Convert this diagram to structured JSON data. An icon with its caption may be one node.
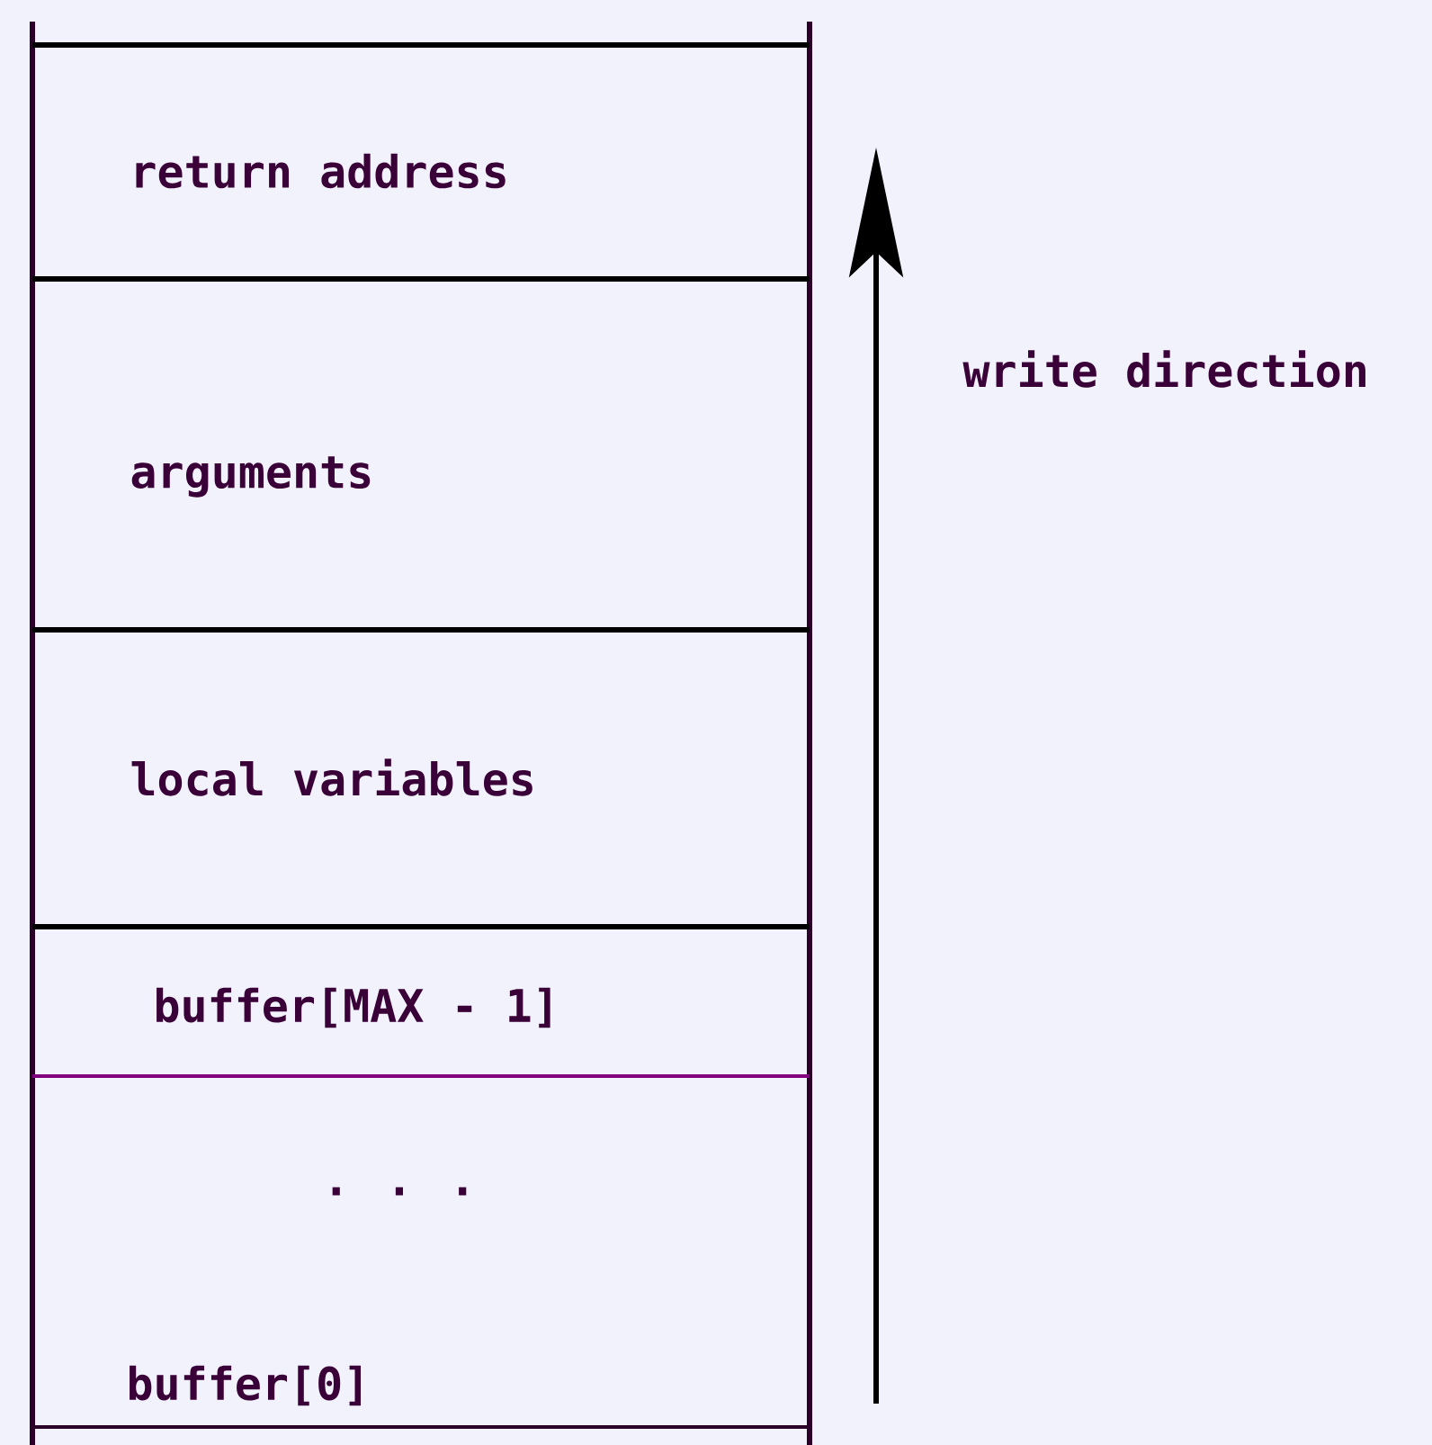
{
  "diagram": {
    "nodes": [
      {
        "text": [
          "return address"
        ]
      },
      {
        "text": [
          "arguments"
        ]
      },
      {
        "text": [
          "local variables"
        ]
      },
      {
        "text": [
          "buffer[MAX - 1]"
        ]
      },
      {
        "text": [
          ". . .",
          "buffer[0]"
        ]
      }
    ],
    "labels": [
      "write direction"
    ]
  }
}
